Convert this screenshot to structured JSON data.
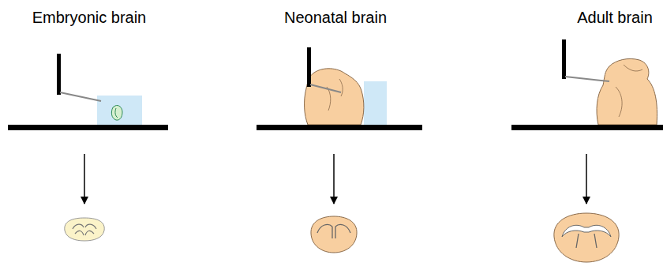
{
  "diagram": {
    "labels": [
      "Embryonic brain",
      "Neonatal brain",
      "Adult brain"
    ]
  }
}
